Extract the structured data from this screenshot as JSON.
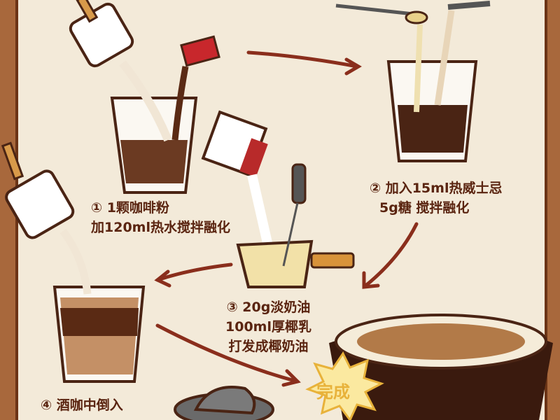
{
  "steps": [
    {
      "line1": "① 1颗咖啡粉",
      "line2": "加120ml热水搅拌融化"
    },
    {
      "line1": "② 加入15ml热威士忌",
      "line2": "5g糖 搅拌融化"
    },
    {
      "line1": "③ 20g淡奶油",
      "line2": "100ml厚椰乳",
      "line3": "打发成椰奶油"
    },
    {
      "line1": "④ 酒咖中倒入"
    }
  ],
  "badge": "完成",
  "colors": {
    "frame": "#a8683c",
    "paper": "#f3ead9",
    "ink": "#5a2410",
    "arrow": "#8a2e1c",
    "coffee": "#4a2414",
    "badge": "#fbe9a0"
  }
}
